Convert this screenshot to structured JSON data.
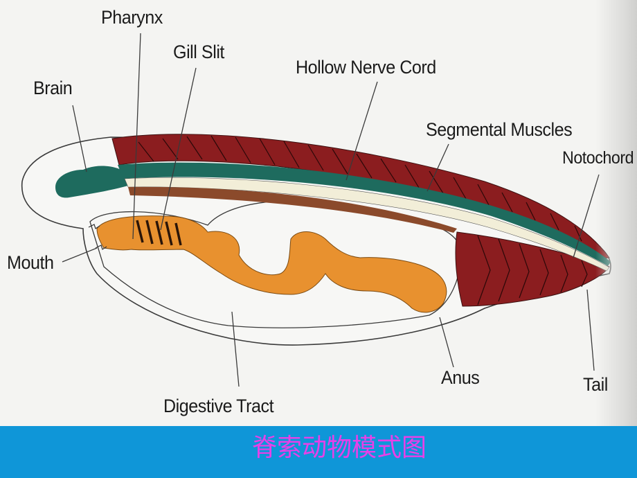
{
  "labels": {
    "pharynx": "Pharynx",
    "gill_slit": "Gill Slit",
    "hollow_nerve_cord": "Hollow Nerve Cord",
    "brain": "Brain",
    "segmental_muscles": "Segmental Muscles",
    "notochord": "Notochord",
    "mouth": "Mouth",
    "anus": "Anus",
    "tail": "Tail",
    "digestive_tract": "Digestive Tract"
  },
  "caption": "脊索动物模式图",
  "colors": {
    "muscle": "#8b1d1f",
    "nerve_cord": "#1e6b5e",
    "notochord": "#f2eed8",
    "digestive": "#e8912f",
    "caption_bar": "#0f96d8",
    "caption_text": "#e840e8"
  }
}
